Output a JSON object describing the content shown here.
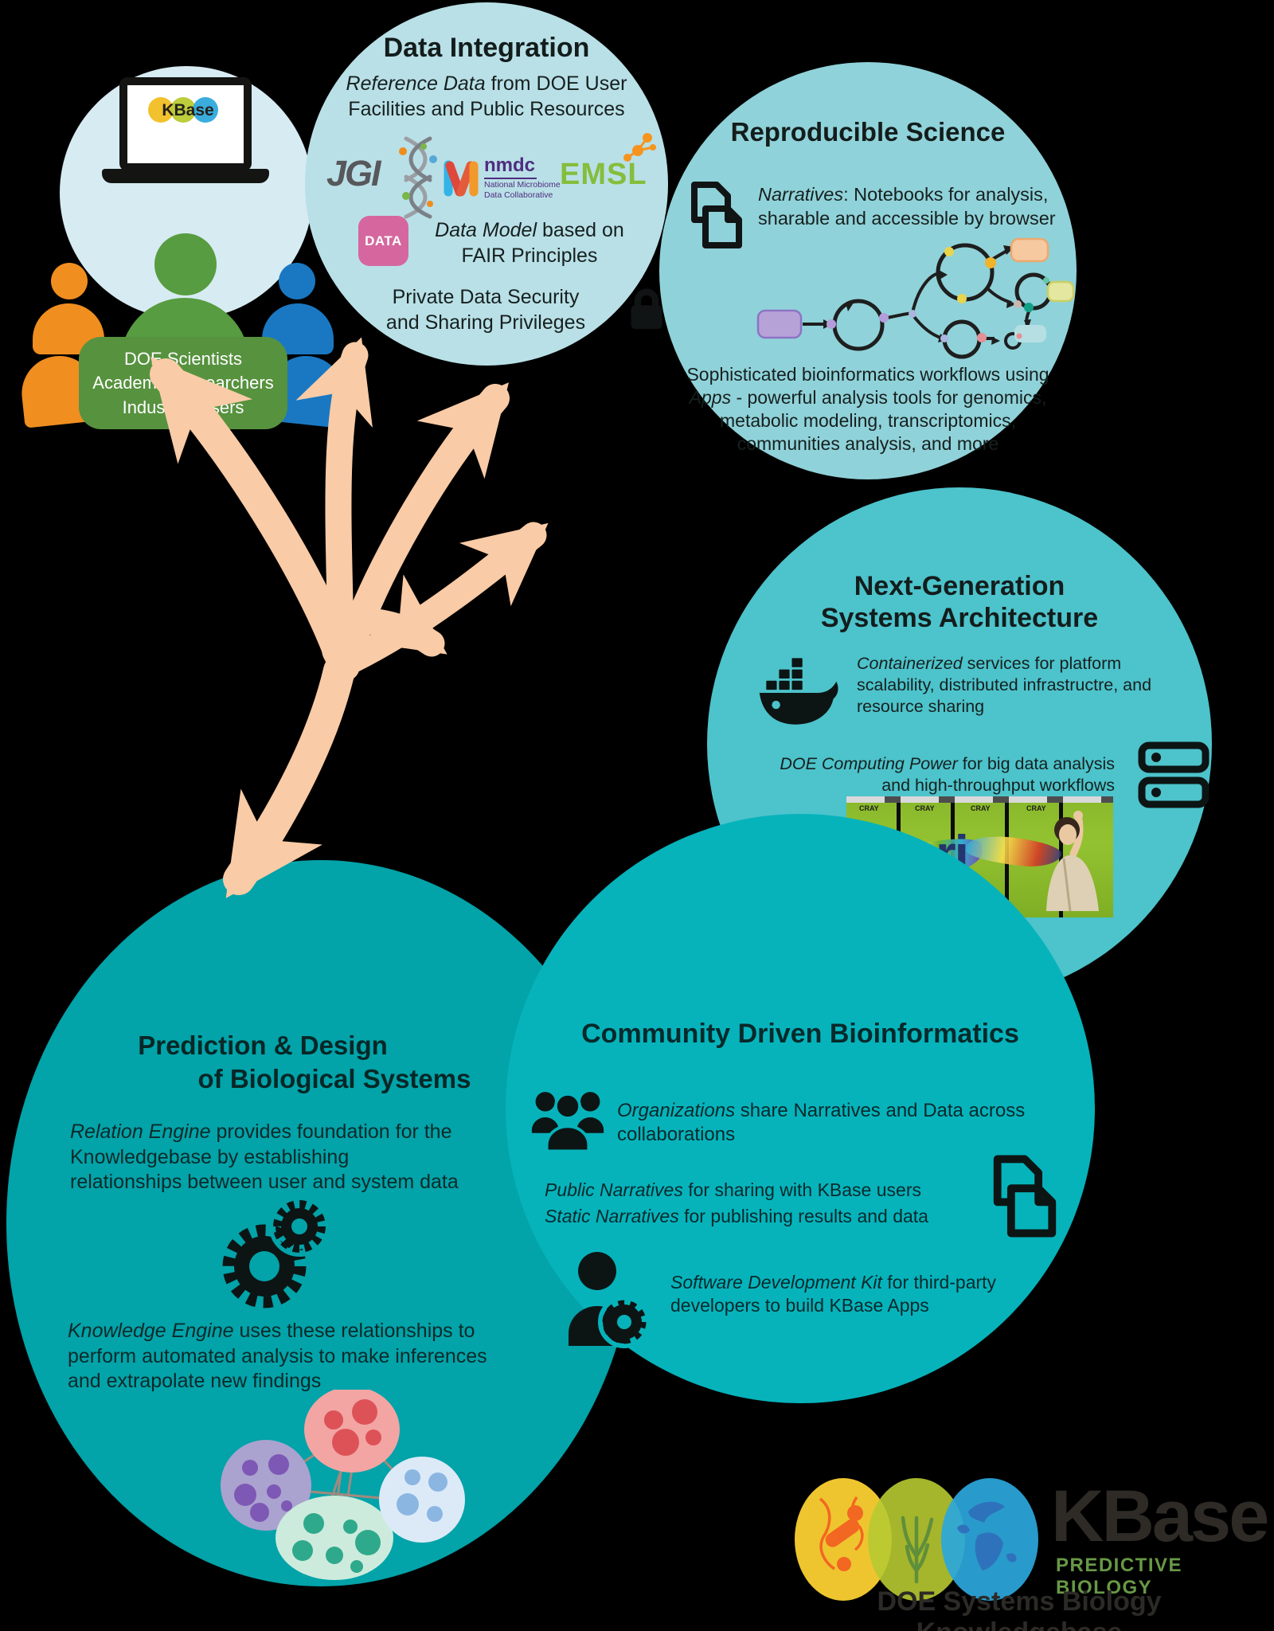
{
  "colors": {
    "background": "#000000",
    "users_circle": "#d7ebf2",
    "data_integration_circle": "#b9e0e7",
    "reproducible_circle": "#90d2d9",
    "next_gen_circle": "#4dc3cb",
    "prediction_circle": "#02a3a9",
    "community_circle": "#06b3bb",
    "arrow": "#f9cba6",
    "audience_badge_green": "#57923f",
    "person_orange": "#f08e20",
    "person_blue": "#1a78c3",
    "person_green": "#579c40",
    "data_badge_pink": "#d5679e",
    "emsl_green": "#85bd3c",
    "nmdc_purple": "#4f2d7f",
    "jgi_gray": "#57585c",
    "tagline_green": "#679946"
  },
  "users": {
    "brand": "KBase",
    "audience": [
      "DOE Scientists",
      "Academic Researchers",
      "Industrial Users"
    ]
  },
  "data_integration": {
    "title": "Data Integration",
    "reference": {
      "em": "Reference Data",
      "l1": " from DOE User",
      "l2": "Facilities and Public Resources"
    },
    "logos": {
      "jgi": "JGI",
      "nmdc": "nmdc",
      "nmdc_sub1": "National Microbiome",
      "nmdc_sub2": "Data Collaborative",
      "emsl": "EMSL"
    },
    "badge": "DATA",
    "data_model": {
      "em": "Data Model",
      "l1": " based on",
      "l2": "FAIR Principles"
    },
    "security": {
      "l1": "Private Data Security",
      "l2": "and Sharing Privileges"
    }
  },
  "reproducible": {
    "title": "Reproducible Science",
    "narratives": {
      "em": "Narratives",
      "l1": ": Notebooks for analysis,",
      "l2": "sharable and accessible by browser"
    },
    "workflows": {
      "l1": "Sophisticated bioinformatics workflows using",
      "em": "Apps",
      "l2": " - powerful analysis tools for genomics,",
      "l3": "metabolic modeling, transcriptomics,",
      "l4": "communities analysis, and more"
    }
  },
  "next_gen": {
    "title_l1": "Next-Generation",
    "title_l2": "Systems Architecture",
    "containerized": {
      "em": "Containerized",
      "l1": " services for platform",
      "l2": "scalability, distributed infrastructre, and",
      "l3": "resource sharing"
    },
    "computing": {
      "em": "DOE Computing Power",
      "l1": " for big data analysis",
      "l2": "and high-throughput workflows"
    },
    "cori": "Cori",
    "cray": "CRAY"
  },
  "prediction": {
    "title_l1": "Prediction & Design",
    "title_l2": "of Biological Systems",
    "relation": {
      "em": "Relation Engine",
      "l1": " provides foundation for the",
      "l2": "Knowledgebase by establishing",
      "l3": "relationships between user and system data"
    },
    "knowledge": {
      "em": "Knowledge Engine",
      "l1": " uses these relationships to",
      "l2": "perform automated analysis to make inferences",
      "l3": "and extrapolate new findings"
    }
  },
  "community": {
    "title": "Community Driven Bioinformatics",
    "organizations": {
      "em": "Organizations",
      "l1": " share Narratives and Data across",
      "l2": "collaborations"
    },
    "narratives": {
      "public_em": "Public Narratives",
      "public_rest": " for sharing with KBase users",
      "static_em": "Static Narratives",
      "static_rest": " for publishing results and data"
    },
    "sdk": {
      "em": "Software Development Kit",
      "l1": " for third-party",
      "l2": "developers to build KBase Apps"
    }
  },
  "footer": {
    "brand": "KBase",
    "tagline": "PREDICTIVE BIOLOGY",
    "subtitle": "DOE Systems Biology Knowledgebase"
  }
}
